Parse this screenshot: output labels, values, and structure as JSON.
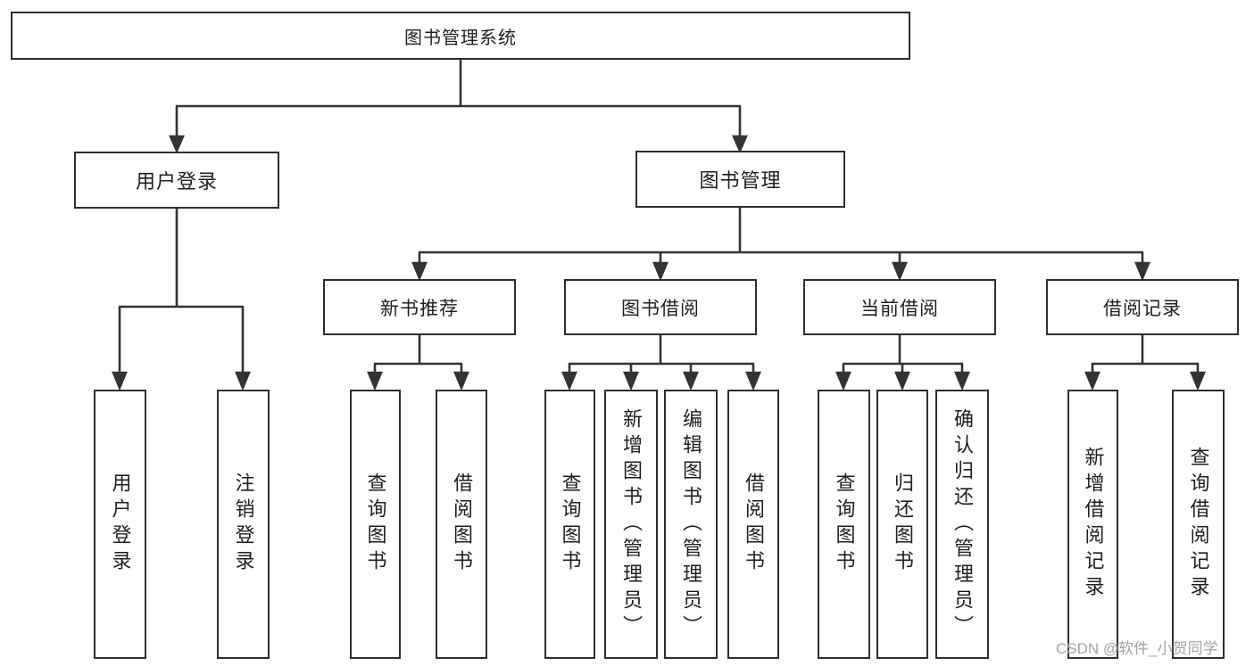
{
  "diagram": {
    "root": {
      "label": "图书管理系统"
    },
    "branches": [
      {
        "label": "用户登录",
        "children": [
          {
            "label": "用户登录"
          },
          {
            "label": "注销登录"
          }
        ]
      },
      {
        "label": "图书管理",
        "children": [
          {
            "label": "新书推荐",
            "children": [
              {
                "label": "查询图书"
              },
              {
                "label": "借阅图书"
              }
            ]
          },
          {
            "label": "图书借阅",
            "children": [
              {
                "label": "查询图书"
              },
              {
                "label": "新增图书（管理员）"
              },
              {
                "label": "编辑图书（管理员）"
              },
              {
                "label": "借阅图书"
              }
            ]
          },
          {
            "label": "当前借阅",
            "children": [
              {
                "label": "查询图书"
              },
              {
                "label": "归还图书"
              },
              {
                "label": "确认归还（管理员）"
              }
            ]
          },
          {
            "label": "借阅记录",
            "children": [
              {
                "label": "新增借阅记录"
              },
              {
                "label": "查询借阅记录"
              }
            ]
          }
        ]
      }
    ]
  },
  "watermark": {
    "text": "CSDN @软件_小贺同学"
  },
  "colors": {
    "line": "#333333",
    "border": "#2e2e2e",
    "text": "#1f1f1f",
    "watermark": "#a3a3a3",
    "background": "#ffffff"
  }
}
